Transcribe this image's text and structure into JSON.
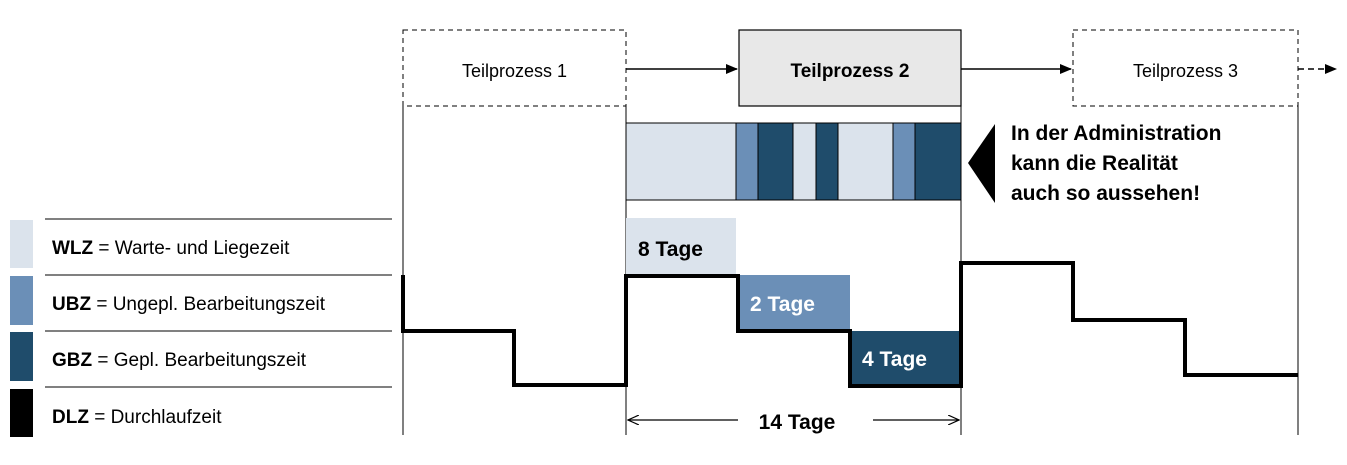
{
  "process": {
    "steps": [
      {
        "label": "Teilprozess 1",
        "state": "dashed"
      },
      {
        "label": "Teilprozess 2",
        "state": "active"
      },
      {
        "label": "Teilprozess 3",
        "state": "dashed"
      }
    ]
  },
  "bar_segments": [
    "WLZ",
    "UBZ",
    "GBZ",
    "WLZ",
    "GBZ",
    "WLZ",
    "UBZ",
    "GBZ"
  ],
  "callout": {
    "lines": [
      "In der Administration",
      "kann die Realität",
      "auch so aussehen!"
    ]
  },
  "legend": [
    {
      "abbr": "WLZ",
      "text": " = Warte- und Liegezeit",
      "color": "#dbe3ec"
    },
    {
      "abbr": "UBZ",
      "text": " = Ungepl. Bearbeitungszeit",
      "color": "#6b8fb7"
    },
    {
      "abbr": "GBZ",
      "text": " = Gepl. Bearbeitungszeit",
      "color": "#1f4c6b"
    },
    {
      "abbr": "DLZ",
      "text": " = Durchlaufzeit",
      "color": "#000000"
    }
  ],
  "durations": {
    "wlz": "8 Tage",
    "ubz": "2 Tage",
    "gbz": "4 Tage",
    "total": "14 Tage"
  }
}
